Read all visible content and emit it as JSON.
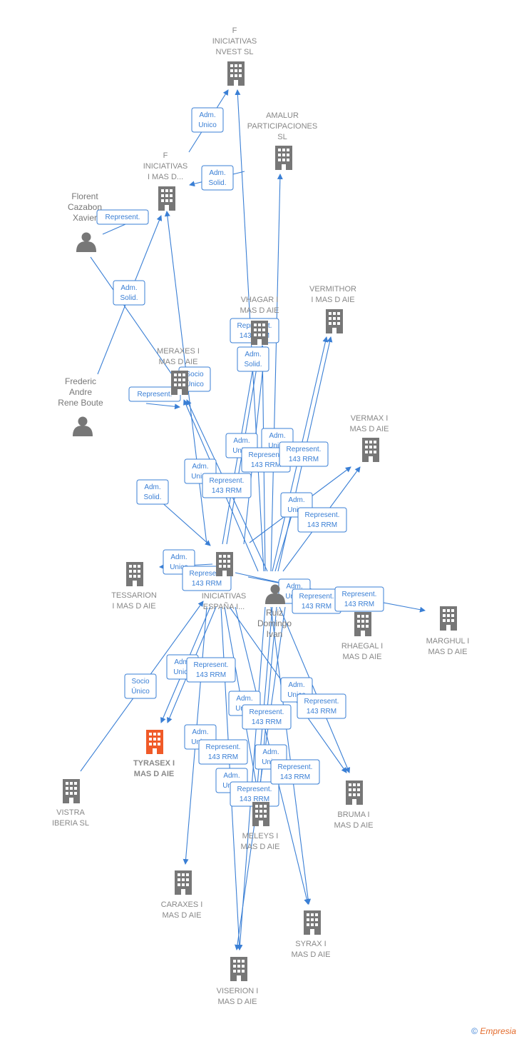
{
  "colors": {
    "edge": "#3a7fd5",
    "building": "#777777",
    "highlight": "#f05a28"
  },
  "nodes": [
    {
      "id": "finvest",
      "type": "company",
      "label": [
        "F",
        "INICIATIVAS",
        "NVEST SL"
      ]
    },
    {
      "id": "amalur",
      "type": "company",
      "label": [
        "AMALUR",
        "PARTICIPACIONES",
        "SL"
      ]
    },
    {
      "id": "fmasd",
      "type": "company",
      "label": [
        "F",
        "INICIATIVAS",
        "I MAS D..."
      ]
    },
    {
      "id": "florent",
      "type": "person",
      "label": [
        "Florent",
        "Cazabon",
        "Xavier"
      ]
    },
    {
      "id": "vhagar",
      "type": "company",
      "label": [
        "VHAGAR I",
        "MAS D AIE"
      ]
    },
    {
      "id": "vermithor",
      "type": "company",
      "label": [
        "VERMITHOR",
        "I MAS D AIE"
      ]
    },
    {
      "id": "meraxes",
      "type": "company",
      "label": [
        "MERAXES I",
        "MAS D AIE"
      ]
    },
    {
      "id": "frederic",
      "type": "person",
      "label": [
        "Frederic",
        "Andre",
        "Rene Boute"
      ]
    },
    {
      "id": "vermax",
      "type": "company",
      "label": [
        "VERMAX I",
        "MAS D AIE"
      ]
    },
    {
      "id": "tessarion",
      "type": "company",
      "label": [
        "TESSARION",
        "I MAS D AIE"
      ]
    },
    {
      "id": "espana",
      "type": "company",
      "label": [
        "INICIATIVAS",
        "ESPAÑA I..."
      ]
    },
    {
      "id": "ruiz",
      "type": "person",
      "label": [
        "Ruiz",
        "Domingo",
        "Ivan"
      ]
    },
    {
      "id": "rhaegal",
      "type": "company",
      "label": [
        "RHAEGAL I",
        "MAS D AIE"
      ]
    },
    {
      "id": "marghul",
      "type": "company",
      "label": [
        "MARGHUL I",
        "MAS D AIE"
      ]
    },
    {
      "id": "tyrasex",
      "type": "company",
      "highlight": true,
      "label": [
        "TYRASEX I",
        "MAS D AIE"
      ]
    },
    {
      "id": "vistra",
      "type": "company",
      "label": [
        "VISTRA",
        "IBERIA SL"
      ]
    },
    {
      "id": "bruma",
      "type": "company",
      "label": [
        "BRUMA I",
        "MAS D AIE"
      ]
    },
    {
      "id": "meleys",
      "type": "company",
      "label": [
        "MELEYS I",
        "MAS D AIE"
      ]
    },
    {
      "id": "caraxes",
      "type": "company",
      "label": [
        "CARAXES I",
        "MAS D AIE"
      ]
    },
    {
      "id": "syrax",
      "type": "company",
      "label": [
        "SYRAX I",
        "MAS D AIE"
      ]
    },
    {
      "id": "viserion",
      "type": "company",
      "label": [
        "VISERION I",
        "MAS D AIE"
      ]
    }
  ],
  "relations": [
    [
      "Adm.",
      "Unico"
    ],
    [
      "Adm.",
      "Solid."
    ],
    [
      "Represent."
    ],
    [
      "Adm.",
      "Solid."
    ],
    [
      "Represent.",
      "143 RRM"
    ],
    [
      "Adm.",
      "Solid."
    ],
    [
      "Socio",
      "Único"
    ],
    [
      "Represent."
    ],
    [
      "Adm.",
      "Unico"
    ],
    [
      "Adm.",
      "Unico"
    ],
    [
      "Represent.",
      "143 RRM"
    ],
    [
      "Represent.",
      "143 RRM"
    ],
    [
      "Adm.",
      "Unico"
    ],
    [
      "Represent.",
      "143 RRM"
    ],
    [
      "Adm.",
      "Solid."
    ],
    [
      "Adm.",
      "Unico"
    ],
    [
      "Represent.",
      "143 RRM"
    ],
    [
      "Adm.",
      "Unico"
    ],
    [
      "Represent.",
      "143 RRM"
    ],
    [
      "Adm.",
      "Unico"
    ],
    [
      "Represent.",
      "143 RRM"
    ],
    [
      "Represent.",
      "143 RRM"
    ],
    [
      "Socio",
      "Único"
    ],
    [
      "Adm.",
      "Unico"
    ],
    [
      "Represent.",
      "143 RRM"
    ],
    [
      "Adm.",
      "Unico"
    ],
    [
      "Represent.",
      "143 RRM"
    ],
    [
      "Adm.",
      "Unico"
    ],
    [
      "Represent.",
      "143 RRM"
    ],
    [
      "Adm.",
      "Unico"
    ],
    [
      "Represent.",
      "143 RRM"
    ],
    [
      "Adm.",
      "Unico"
    ],
    [
      "Represent.",
      "143 RRM"
    ],
    [
      "Adm.",
      "Unico"
    ],
    [
      "Represent.",
      "143 RRM"
    ],
    [
      "Adm.",
      "Unico"
    ],
    [
      "Represent.",
      "143 RRM"
    ]
  ],
  "footer": {
    "symbol": "©",
    "brand": "Empresia"
  }
}
